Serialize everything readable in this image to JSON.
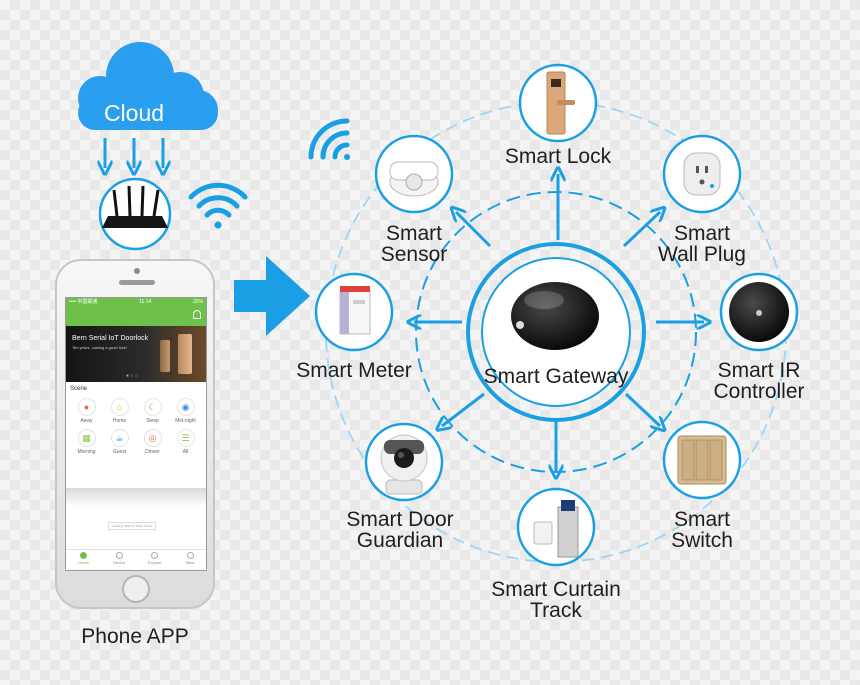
{
  "colors": {
    "accent": "#1a9fe5",
    "cloud": "#2a9ff0",
    "app_green": "#6dc14a",
    "device_dark": "#111111"
  },
  "cloud": {
    "label": "Cloud"
  },
  "phone": {
    "caption": "Phone APP",
    "status_left": "•••• 中国联通",
    "status_time": "11:14",
    "status_right": "32%",
    "banner_title": "Bern Serial IoT Doorlock",
    "banner_subtitle": "Ten years, casting a good lock!",
    "scene_title": "Scene",
    "scenes": [
      {
        "name": "Away",
        "icon": "car-icon",
        "color": "#e86a2a"
      },
      {
        "name": "Home",
        "icon": "house-icon",
        "color": "#f0a030"
      },
      {
        "name": "Sleep",
        "icon": "moon-icon",
        "color": "#8bc34a"
      },
      {
        "name": "Mid-night",
        "icon": "bulb-icon",
        "color": "#3b8ee0"
      },
      {
        "name": "Morning",
        "icon": "window-icon",
        "color": "#8bc34a"
      },
      {
        "name": "Guest",
        "icon": "coffee-icon",
        "color": "#3b8ee0"
      },
      {
        "name": "Dinner",
        "icon": "plate-icon",
        "color": "#e86a2a"
      },
      {
        "name": "All",
        "icon": "layers-icon",
        "color": "#8bc34a"
      }
    ],
    "loading_text": "Loading, Wait for Three Times",
    "tabs": [
      {
        "label": "Home",
        "active": true
      },
      {
        "label": "Device",
        "active": false
      },
      {
        "label": "Explore",
        "active": false
      },
      {
        "label": "Mine",
        "active": false
      }
    ]
  },
  "gateway": {
    "label": "Smart Gateway"
  },
  "devices": [
    {
      "id": "lock",
      "lines": [
        "Smart Lock"
      ]
    },
    {
      "id": "wall-plug",
      "lines": [
        "Smart",
        "Wall Plug"
      ]
    },
    {
      "id": "ir-controller",
      "lines": [
        "Smart IR",
        "Controller"
      ]
    },
    {
      "id": "switch",
      "lines": [
        "Smart",
        "Switch"
      ]
    },
    {
      "id": "curtain-track",
      "lines": [
        "Smart Curtain",
        "Track"
      ]
    },
    {
      "id": "door-guardian",
      "lines": [
        "Smart Door",
        "Guardian"
      ]
    },
    {
      "id": "meter",
      "lines": [
        "Smart Meter"
      ]
    },
    {
      "id": "sensor",
      "lines": [
        "Smart",
        "Sensor"
      ]
    }
  ]
}
